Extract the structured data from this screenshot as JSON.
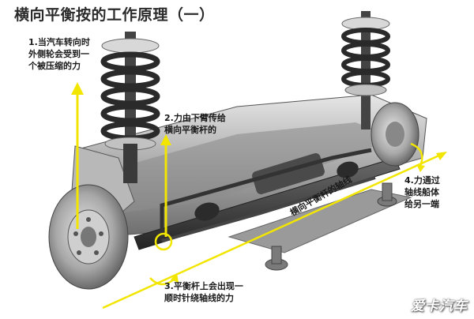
{
  "title": "横向平衡按的工作原理（一）",
  "callouts": [
    {
      "lines": [
        "1.当汽车转向时",
        "外侧轮会受到一",
        "个被压缩的力"
      ]
    },
    {
      "lines": [
        "2.力由下臂传给",
        "横向平衡杆的"
      ]
    },
    {
      "lines": [
        "3.平衡杆上会出现一",
        "顺时针绕轴线的力"
      ]
    },
    {
      "lines": [
        "4.力通过",
        "轴线船体",
        "给另一端"
      ]
    }
  ],
  "axis_label": "横向平衡杆的轴线",
  "watermark": "爱卡汽车",
  "colors": {
    "arrow": "#f2e600",
    "title": "#2b2b2b",
    "spring": "#2a2a2a",
    "metal_dark": "#3c3c3c",
    "metal_light": "#c8c8c8"
  }
}
